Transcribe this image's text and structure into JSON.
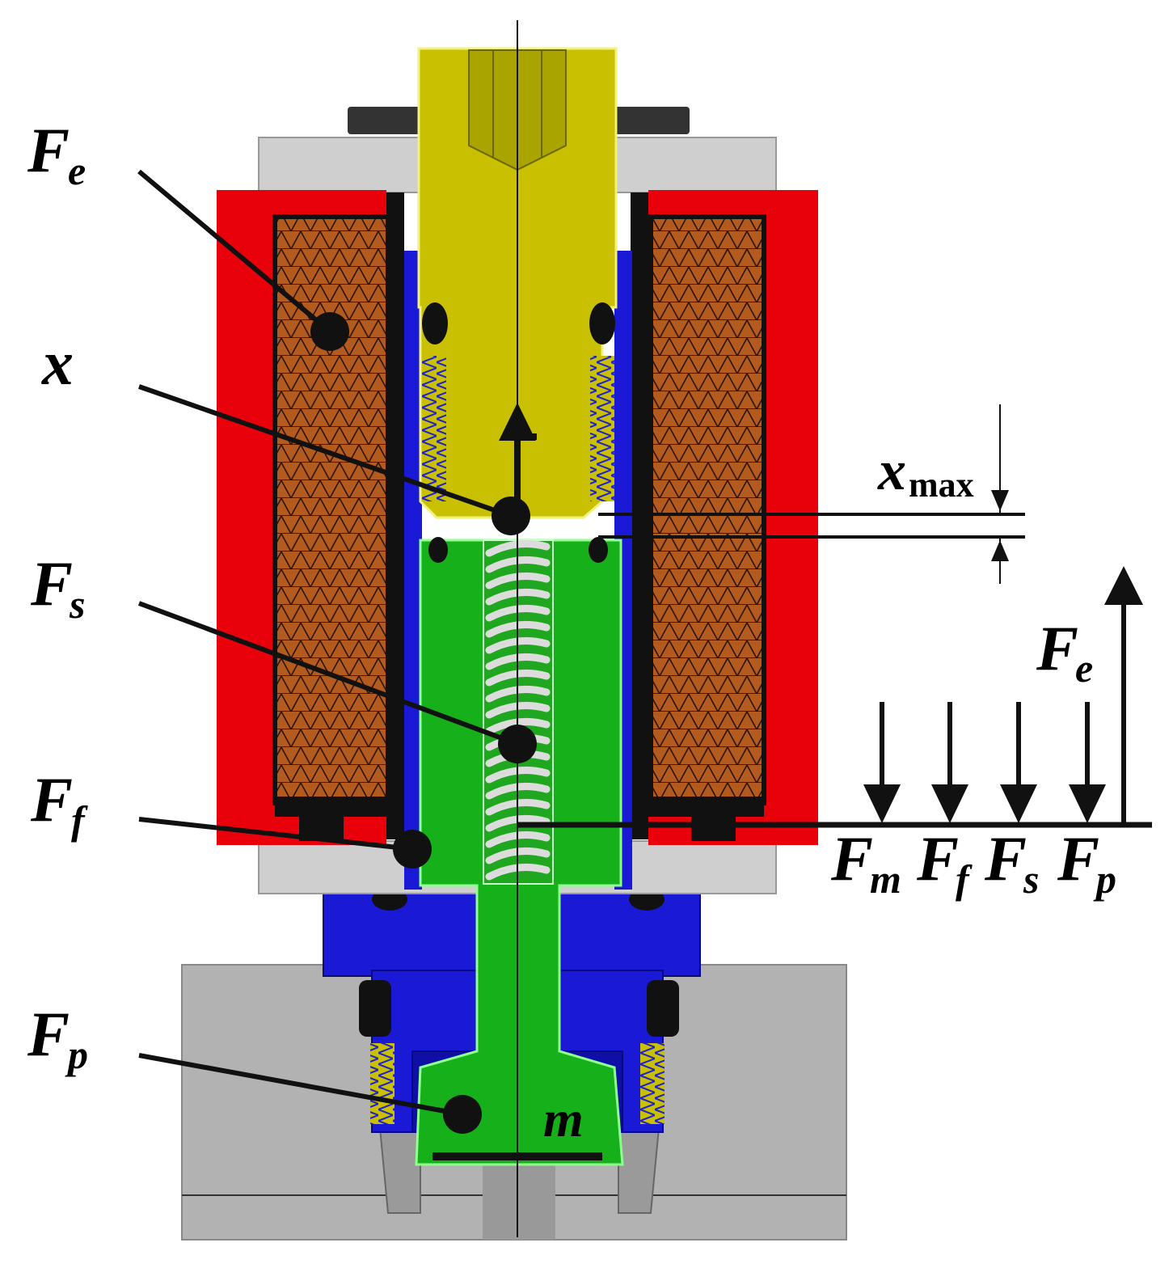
{
  "labels": {
    "fe_left": {
      "main": "F",
      "sub": "e"
    },
    "x_left": {
      "main": "x"
    },
    "fs_left": {
      "main": "F",
      "sub": "s"
    },
    "ff_left": {
      "main": "F",
      "sub": "f"
    },
    "fp_left": {
      "main": "F",
      "sub": "p"
    },
    "m_mass": {
      "main": "m"
    },
    "xmax": {
      "main": "x",
      "sub": "max"
    },
    "fe_right": {
      "main": "F",
      "sub": "e"
    },
    "fm_bottom": {
      "main": "F",
      "sub": "m"
    },
    "ff_bottom": {
      "main": "F",
      "sub": "f"
    },
    "fs_bottom": {
      "main": "F",
      "sub": "s"
    },
    "fp_bottom": {
      "main": "F",
      "sub": "p"
    }
  },
  "colors": {
    "coil_housing": "#e8000b",
    "coil_winding": "#b35a1f",
    "pole_piece": "#c8c000",
    "plunger": "#16b01a",
    "guide_tube": "#1a1ad6",
    "body_gray": "#b2b2b2",
    "frame_gray": "#cfcfcf",
    "spring": "#d8d8d8"
  }
}
